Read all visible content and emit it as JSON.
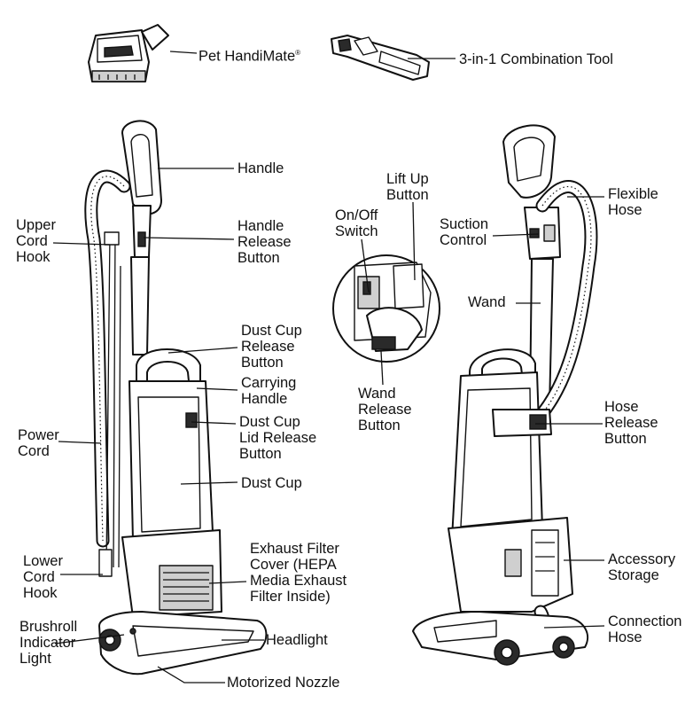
{
  "labels": {
    "pet_handimate": "Pet HandiMate",
    "registered_mark": "®",
    "combination_tool": "3-in-1 Combination Tool",
    "handle": "Handle",
    "upper_cord_hook": "Upper\nCord\nHook",
    "handle_release_button": "Handle\nRelease\nButton",
    "dust_cup_release_button": "Dust Cup\nRelease\nButton",
    "carrying_handle": "Carrying\nHandle",
    "dust_cup_lid_release_button": "Dust Cup\nLid Release\nButton",
    "power_cord": "Power\nCord",
    "dust_cup": "Dust Cup",
    "lower_cord_hook": "Lower\nCord\nHook",
    "exhaust_filter_cover": "Exhaust Filter\nCover (HEPA\nMedia Exhaust\nFilter Inside)",
    "brushroll_indicator_light": "Brushroll\nIndicator\nLight",
    "headlight": "Headlight",
    "motorized_nozzle": "Motorized Nozzle",
    "lift_up_button": "Lift Up\nButton",
    "on_off_switch": "On/Off\nSwitch",
    "wand_release_button": "Wand\nRelease\nButton",
    "suction_control": "Suction\nControl",
    "flexible_hose": "Flexible\nHose",
    "wand": "Wand",
    "hose_release_button": "Hose\nRelease\nButton",
    "accessory_storage": "Accessory\nStorage",
    "connection_hose": "Connection\nHose"
  }
}
